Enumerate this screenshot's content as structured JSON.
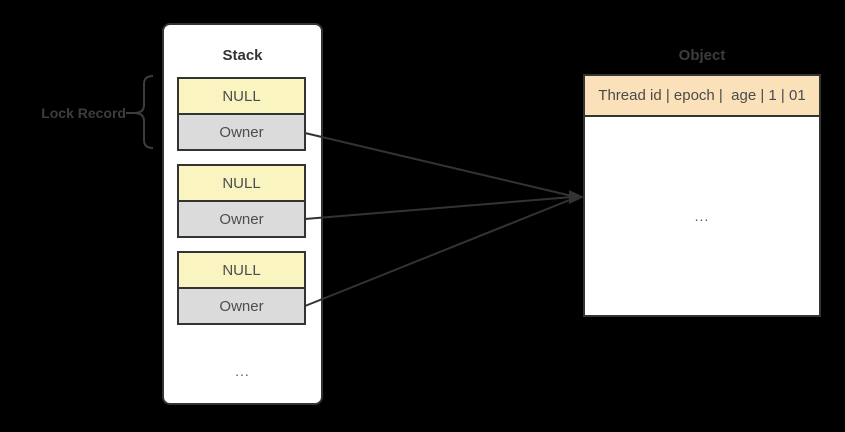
{
  "background": "#000000",
  "lock_record": {
    "label": "Lock Record"
  },
  "stack": {
    "title": "Stack",
    "records": [
      {
        "null_label": "NULL",
        "owner_label": "Owner"
      },
      {
        "null_label": "NULL",
        "owner_label": "Owner"
      },
      {
        "null_label": "NULL",
        "owner_label": "Owner"
      }
    ],
    "ellipsis": "..."
  },
  "object": {
    "title": "Object",
    "header": "Thread id | epoch |  age | 1 | 01",
    "ellipsis": "..."
  },
  "colors": {
    "background": "#000000",
    "border": "#333333",
    "arrow": "#333333",
    "null_fill": "#faf4c1",
    "owner_fill": "#dbdbdb",
    "header_fill": "#fbe1ba",
    "label_text": "#3d3d3d"
  }
}
